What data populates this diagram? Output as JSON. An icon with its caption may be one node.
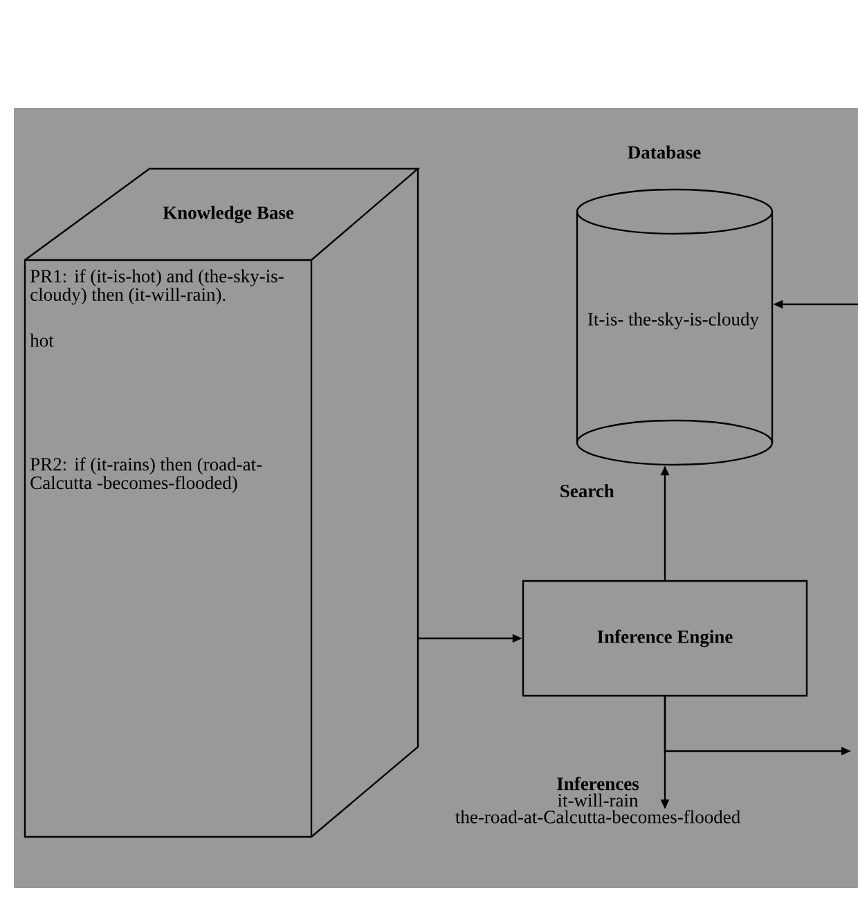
{
  "diagram": {
    "nodes": [
      {
        "text": [
          "Knowledge Base",
          "PR1: if (it-is-hot) and (the-sky-is-cloudy) then (it-will-rain).",
          "hot",
          "PR2: if (it-rains) then (road-at-Calcutta -becomes-flooded)"
        ]
      },
      {
        "text": [
          "Database",
          "It-is- the-sky-is-cloudy"
        ]
      },
      {
        "text": [
          "Inference Engine"
        ]
      },
      {
        "text": [
          "Inferences",
          "it-will-rain",
          "the-road-at-Calcutta-becomes-flooded"
        ]
      }
    ],
    "edges": [
      {
        "from": 0,
        "to": 2,
        "arrow": "to"
      },
      {
        "from": 2,
        "to": 1,
        "arrow": "to",
        "label": "Search"
      },
      {
        "from": null,
        "to": 1,
        "arrow": "to"
      },
      {
        "from": 2,
        "to": 3,
        "arrow": "to"
      },
      {
        "from": 2,
        "to": null,
        "arrow": "to"
      }
    ]
  }
}
